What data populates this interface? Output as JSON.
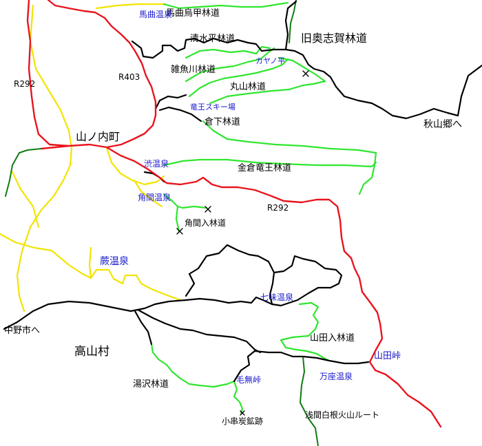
{
  "colors": {
    "national_route": "#e8141e",
    "forest_road": "#2ee62e",
    "prefectural_road": "#f2e400",
    "local_road": "#000000",
    "mountain_route": "#127a12",
    "onsen_label": "#1a1acc",
    "label": "#000000",
    "background": "#ffffff"
  },
  "labels": {
    "r292_west": "R292",
    "r403": "R403",
    "r292_east": "R292",
    "yamanouchi": "山ノ内町",
    "takayama": "高山村",
    "nakano": "中野市へ",
    "akiyamago": "秋山郷へ",
    "kyu_okushiga": "旧奥志賀林道",
    "magari_rindo": "馬曲烏甲林道",
    "shimizudaira": "清水平林道",
    "zakogawa": "雑魚川林道",
    "maruyama": "丸山林道",
    "kurashita": "倉下林道",
    "kanakura": "金倉竜王林道",
    "kakuma_iri": "角間入林道",
    "yamadairi": "山田入林道",
    "yuzawa": "湯沢林道",
    "kogushi": "小串炭鉱跡",
    "asama_route": "浅間白根火山ルート"
  },
  "blue_labels": {
    "magari_onsen": "馬曲温泉",
    "kayanodaira": "カヤノ平",
    "ryuoo_ski": "竜王スキー場",
    "shibu_onsen": "渋温泉",
    "kakuma_onsen": "角間温泉",
    "warabi_onsen": "蕨温泉",
    "shichimi_onsen": "七味温泉",
    "manza_onsen": "万座温泉",
    "kenashi_toge": "毛無峠",
    "yamada_toge": "山田峠"
  },
  "markers": [
    "cross-mark",
    "cross-mark",
    "cross-mark",
    "cross-mark"
  ]
}
